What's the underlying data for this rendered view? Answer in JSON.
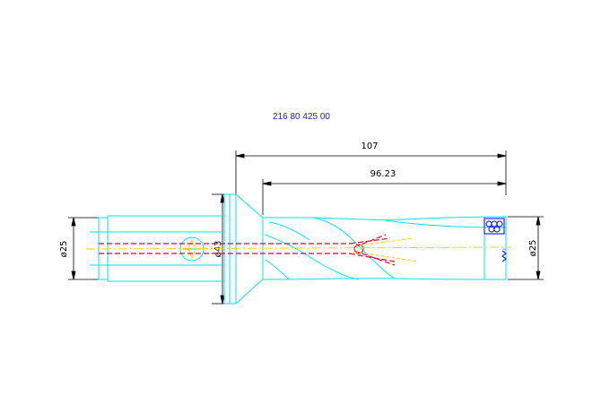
{
  "part_number": "216 80 425 00",
  "dimensions": {
    "overall_length": "107",
    "flute_length": "96.23",
    "shank_diameter": "ø25",
    "flange_diameter": "ø43",
    "tip_diameter": "ø25"
  },
  "colors": {
    "outline": "#00e5ff",
    "dimension": "#000000",
    "centerline": "#ffd000",
    "coolant": "#e8003a",
    "part_number": "#2020c8",
    "insert": "#1a2cff",
    "background": "#ffffff"
  }
}
